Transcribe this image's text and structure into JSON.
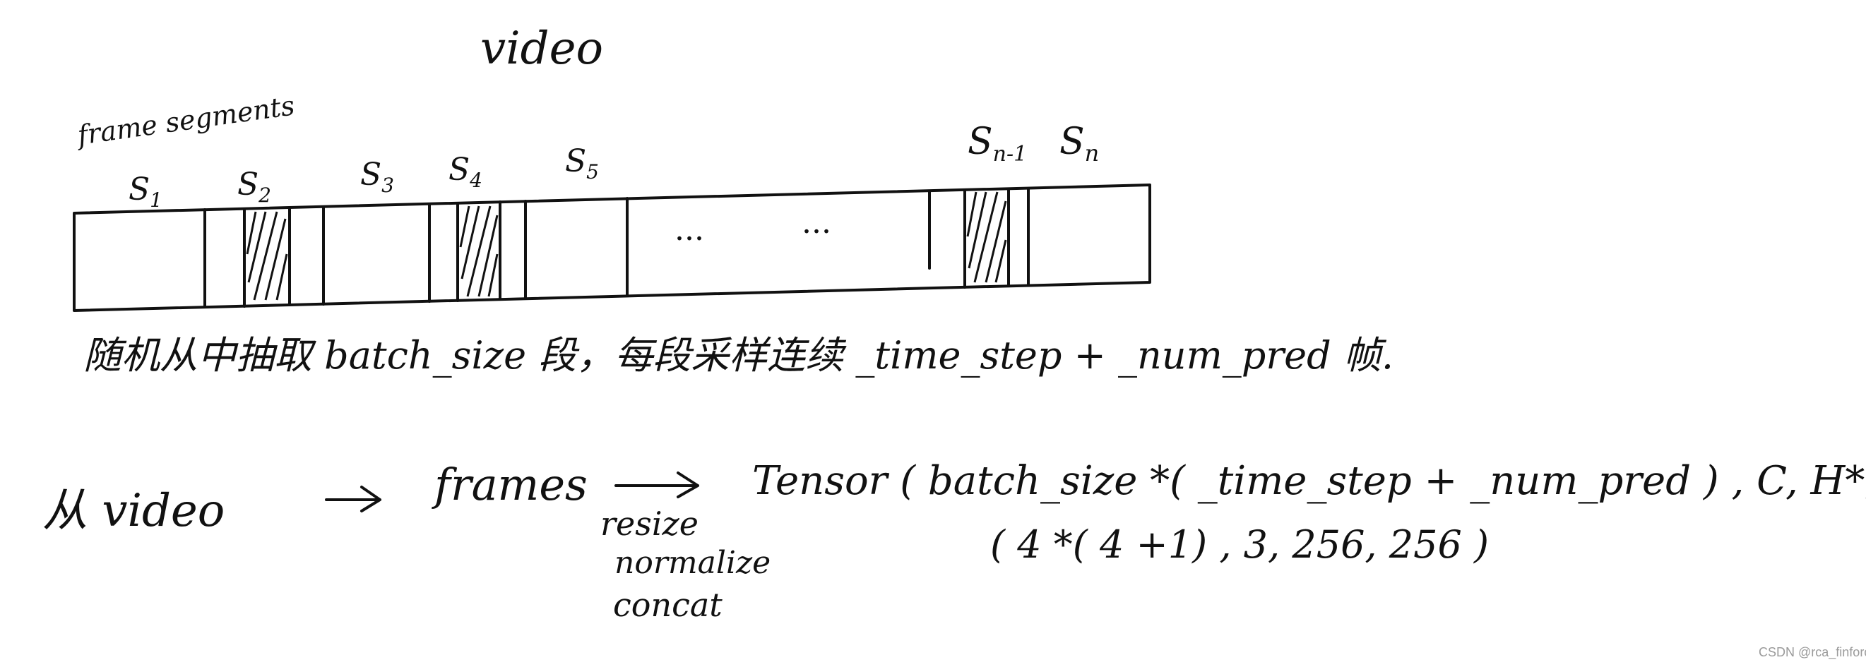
{
  "title": "video",
  "bar_label": "frame segments",
  "segments": [
    {
      "label": "S",
      "sub": "1",
      "hatched": false
    },
    {
      "label": "S",
      "sub": "2",
      "hatched": true
    },
    {
      "label": "S",
      "sub": "3",
      "hatched": false
    },
    {
      "label": "S",
      "sub": "4",
      "hatched": true
    },
    {
      "label": "S",
      "sub": "5",
      "hatched": false
    },
    {
      "label": "S",
      "sub": "n-1",
      "hatched": true
    },
    {
      "label": "S",
      "sub": "n",
      "hatched": false
    }
  ],
  "ellipsis": [
    "...",
    "..."
  ],
  "sampling_note": "随机从中抽取 batch_size 段，每段采样连续 _time_step + _num_pred 帧.",
  "pipeline": {
    "source": "从 video",
    "frames": "frames",
    "steps": [
      "resize",
      "normalize",
      "concat"
    ],
    "tensor": "Tensor ( batch_size *( _time_step + _num_pred ) , C, H*, W*)",
    "example": "( 4  *( 4 +1)  ,  3,  256,  256 )"
  },
  "watermark": "CSDN @rca_finforc"
}
